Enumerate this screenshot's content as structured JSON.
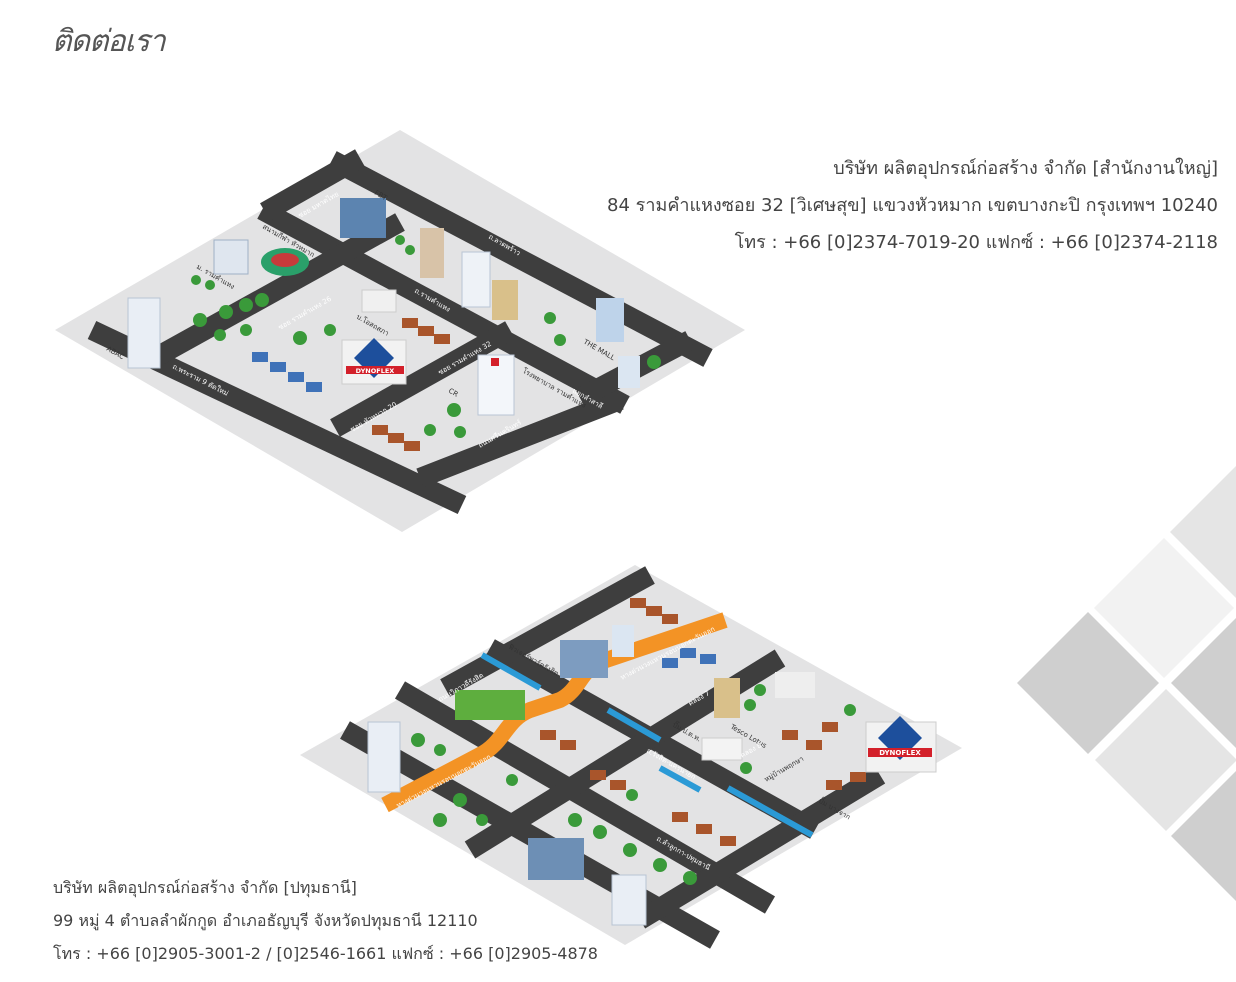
{
  "page": {
    "title": "ติดต่อเรา"
  },
  "head_office": {
    "name": "บริษัท ผลิตอุปกรณ์ก่อสร้าง จำกัด [สำนักงานใหญ่]",
    "address": "84 รามคำแหงซอย 32 [วิเศษสุข] แขวงหัวหมาก เขตบางกะปิ กรุงเทพฯ 10240",
    "phone": "โทร : +66 [0]2374-7019-20 แฟกซ์ : +66 [0]2374-2118"
  },
  "branch_office": {
    "name": "บริษัท ผลิตอุปกรณ์ก่อสร้าง จำกัด [ปทุมธานี]",
    "address": "99 หมู่ 4 ตำบลลำผักกูด อำเภอธัญบุรี จังหวัดปทุมธานี 12110",
    "phone": "โทร : +66 [0]2905-3001-2 / [0]2546-1661 แฟกซ์ : +66 [0]2905-4878"
  },
  "map1": {
    "brand": "DYNOFLEX",
    "labels": {
      "mahadthai": "ซอย มหาดไทย",
      "fbt": "FBT",
      "stadium": "สนามกีฬา หัวหมาก",
      "ru": "ม. รามคำแหง",
      "abac": "ABAC",
      "soi26": "ซอย รามคำแหง 26",
      "osotspa": "บ.โอสถสภา",
      "ramkhamhaeng": "ถ.รามคำแหง",
      "ladprao": "ถ.ลาดพร้าว",
      "mall": "THE MALL",
      "soi32": "ซอย รามคำแหง 32",
      "hospital": "โรงพยาบาล รามคำแหง",
      "lamsali": "แยกลำสาลี",
      "cr": "CR",
      "huamak20": "ซอย หัวหมาก 20",
      "srinakarin": "ถนนศรีนครินทร์",
      "rama9": "ถ.พระราม 9 ตัดใหม่"
    }
  },
  "map2": {
    "brand": "DYNOFLEX",
    "labels": {
      "expressway1": "ทางด่วนวงแหวนรอบนอกตะวันออก",
      "expressway2": "ทางด่วนวงแหวนรอบนอกตะวันออก",
      "thanon": "ถนนวิภาวดีรังสิต",
      "future": "ฟิวเจอร์พาร์ครังสิต",
      "khlong7": "คลอง 7",
      "ptt": "ปั๊ม ป.ต.ท.",
      "tesco": "Tesco Lotus",
      "khlong8": "คลอง 8",
      "rangsit": "ถ.รังสิต-นครนายก",
      "village": "หมู่บ้านพฤกษา",
      "bangchak": "ปั๊ม บางจาก",
      "lamlukka": "ถ.ลำลูกกา-ปทุมธานี"
    }
  }
}
